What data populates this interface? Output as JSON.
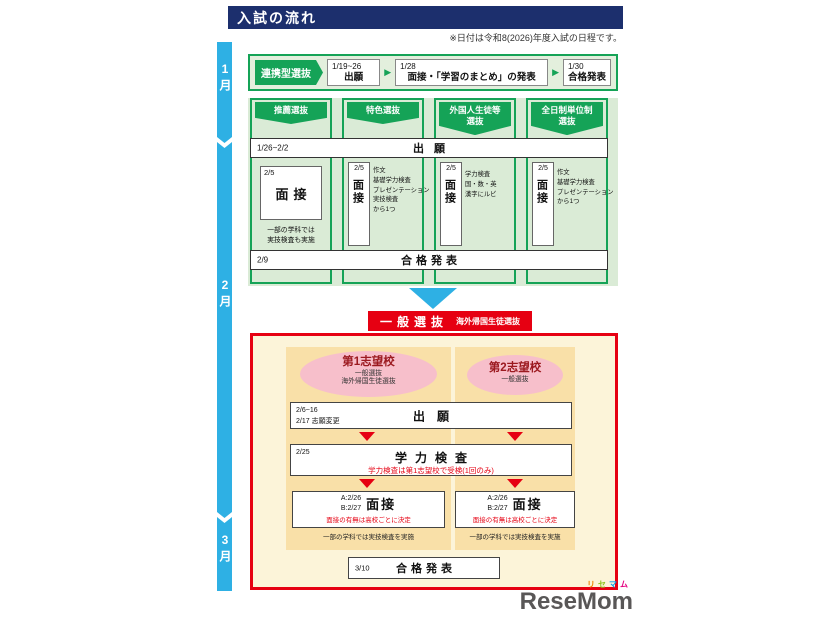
{
  "page": {
    "title": "入試の流れ",
    "note": "※日付は令和8(2026)年度入試の日程です。"
  },
  "colors": {
    "header_navy": "#1c2f6d",
    "timeline_blue": "#2eb0e4",
    "green": "#15a357",
    "light_green": "#daebd6",
    "red": "#e60012",
    "cream": "#fcf4d9",
    "orange": "#f9e0a8",
    "pink": "#f7bfcb",
    "logo_gray": "#595757"
  },
  "icons": {
    "arrow_right": "▶"
  },
  "timeline": {
    "months": [
      "1月",
      "2月",
      "3月"
    ]
  },
  "renkei": {
    "label": "連携型選抜",
    "steps": [
      {
        "date": "1/19~26",
        "text": "出願"
      },
      {
        "date": "1/28",
        "text": "面接・「学習のまとめ」の発表"
      },
      {
        "date": "1/30",
        "text": "合格発表"
      }
    ]
  },
  "grid": {
    "application": {
      "date": "1/26~2/2",
      "text": "出願"
    },
    "announcement": {
      "date": "2/9",
      "text": "合格発表"
    },
    "columns": [
      {
        "label": "推薦選抜",
        "date": "2/5",
        "main": "面接",
        "notes": [
          "一部の学科では",
          "実技検査も実施"
        ]
      },
      {
        "label": "特色選抜",
        "date": "2/5",
        "main": "面接",
        "notes": [
          "作文",
          "基礎学力検査",
          "プレゼンテーション",
          "実技検査",
          "から1つ"
        ]
      },
      {
        "label": "外国人生徒等\n選抜",
        "date": "2/5",
        "main": "面接",
        "notes": [
          "学力検査",
          "国・数・英",
          "漢字にルビ"
        ]
      },
      {
        "label": "全日制単位制\n選抜",
        "date": "2/5",
        "main": "面接",
        "notes": [
          "作文",
          "基礎学力検査",
          "プレゼンテーション",
          "から1つ"
        ]
      }
    ]
  },
  "general": {
    "title_main": "一般選抜",
    "title_sub": "海外帰国生徒選抜",
    "choice1": {
      "title": "第1志望校",
      "subs": "一般選抜\n海外帰国生徒選抜"
    },
    "choice2": {
      "title": "第2志望校",
      "subs": "一般選抜"
    },
    "application": {
      "dates": "2/6~16\n2/17 志願変更",
      "text": "出願"
    },
    "exam": {
      "date": "2/25",
      "text": "学力検査",
      "note": "学力検査は第1志望校で受検(1回のみ)"
    },
    "interview": {
      "dates": "A:2/26\nB:2/27",
      "text": "面接",
      "note_red": "面接の有無は高校ごとに決定",
      "note_black": "一部の学科では実技検査を実施"
    },
    "announcement": {
      "date": "3/10",
      "text": "合格発表"
    }
  },
  "logo": {
    "kana": [
      "リ",
      "セ",
      "マ",
      "ム"
    ],
    "text": "ReseMom"
  }
}
